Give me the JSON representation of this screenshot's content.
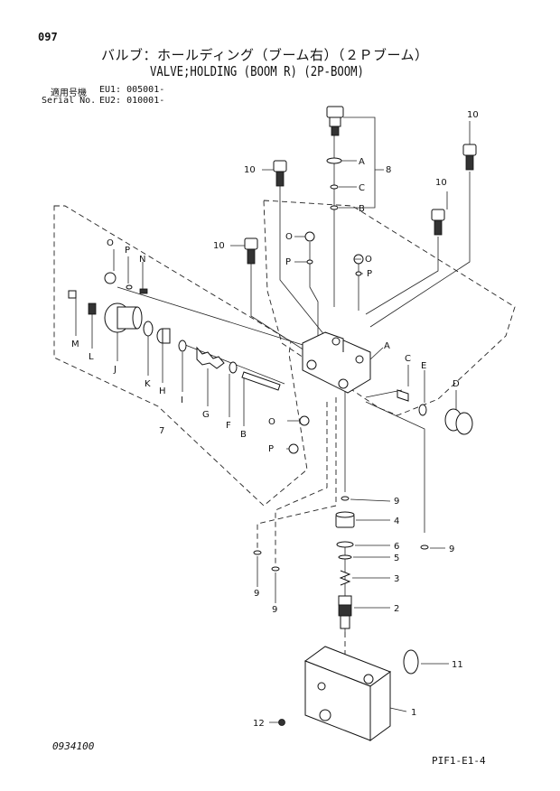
{
  "page_number": "097",
  "title_jp": "バルブ：ホールディング（ブーム右）（２Ｐブーム）",
  "title_en": "VALVE;HOLDING (BOOM R) (2P-BOOM)",
  "serial": {
    "label_jp": "適用号機",
    "label_en": "Serial No.",
    "eu1": "EU1: 005001-",
    "eu2": "EU2: 010001-"
  },
  "footer": {
    "left_code": "0934100",
    "right_code": "PIF1-E1-4"
  },
  "callouts": {
    "p1": "1",
    "p2": "2",
    "p3": "3",
    "p4": "4",
    "p5": "5",
    "p6": "6",
    "p7": "7",
    "p8": "8",
    "p9": "9",
    "p10": "10",
    "p11": "11",
    "p12": "12",
    "A": "A",
    "B": "B",
    "C": "C",
    "D": "D",
    "E": "E",
    "F": "F",
    "G": "G",
    "H": "H",
    "I": "I",
    "J": "J",
    "K": "K",
    "L": "L",
    "M": "M",
    "N": "N",
    "O": "O",
    "P": "P"
  }
}
